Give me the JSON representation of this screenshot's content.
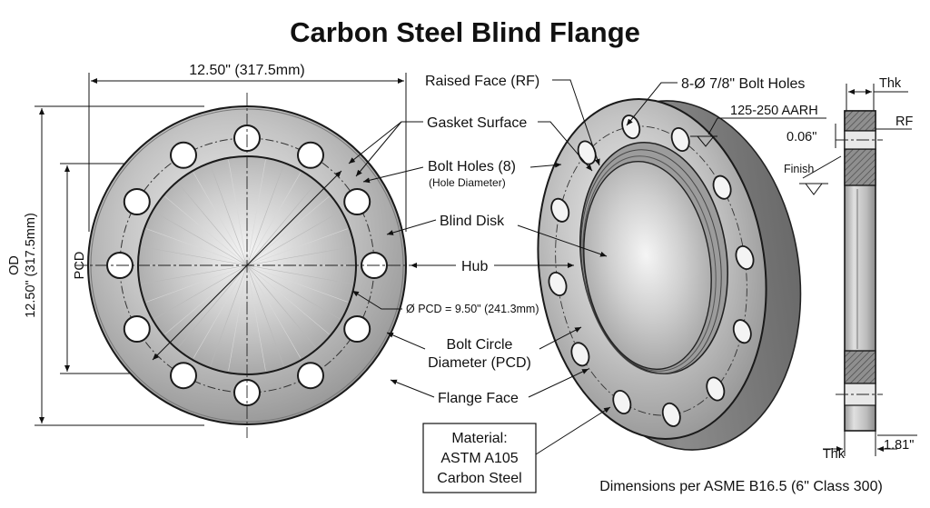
{
  "title": "Carbon Steel Blind Flange",
  "dimensions": {
    "width_label": "12.50\" (317.5mm)",
    "od_label": "OD",
    "od_value": "12.50\" (317.5mm)",
    "pcd_label": "PCD",
    "pcd_value": "Ø PCD = 9.50\" (241.3mm)"
  },
  "callouts": {
    "raised_face": "Raised Face (RF)",
    "bolt_holes_spec": "8-Ø 7/8\" Bolt Holes",
    "finish_spec": "125-250 AARH",
    "gasket_surface": "Gasket Surface",
    "bolt_holes": "Bolt Holes (8)",
    "hole_diameter": "(Hole Diameter)",
    "blind_disk": "Blind Disk",
    "hub": "Hub",
    "bolt_circle_line1": "Bolt Circle",
    "bolt_circle_line2": "Diameter (PCD)",
    "flange_face": "Flange Face"
  },
  "material": {
    "line1": "Material:",
    "line2": "ASTM A105",
    "line3": "Carbon Steel"
  },
  "section": {
    "thk_top": "Thk",
    "rf": "RF",
    "rf_height": "0.06\"",
    "finish": "Finish",
    "thk_bottom": "Thk",
    "thk_value": "1.81\""
  },
  "footer": "Dimensions per ASME B16.5 (6\" Class 300)",
  "colors": {
    "steel_light": "#e6e6e6",
    "steel_mid": "#a8a8a8",
    "steel_dark": "#6f6f6f",
    "outline": "#1a1a1a",
    "text": "#111111"
  }
}
